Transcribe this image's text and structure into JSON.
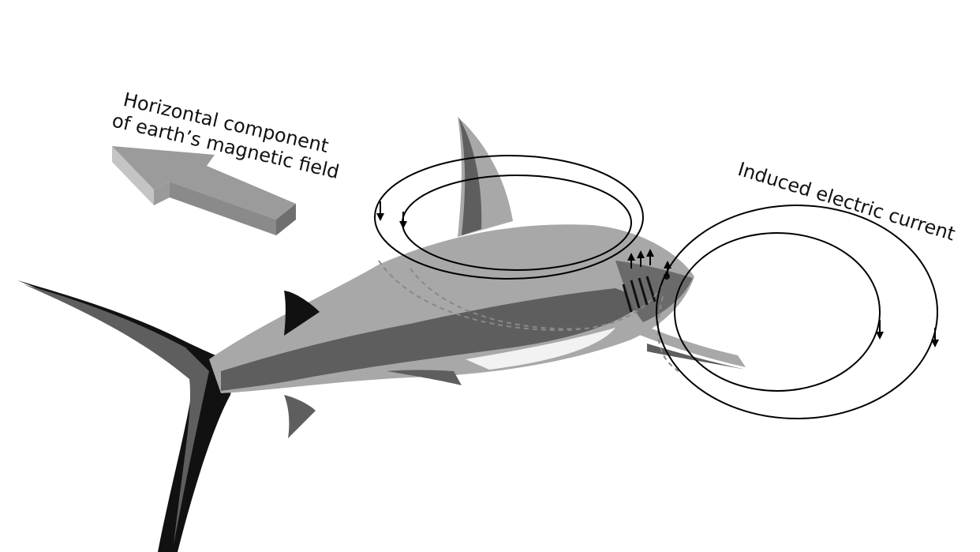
{
  "labels": {
    "field_line1": "Horizontal component",
    "field_line2": "of earth’s magnetic field",
    "current": "Induced electric current"
  },
  "colors": {
    "shark_light": "#a8a8a8",
    "shark_mid": "#5e5e5e",
    "shark_dark": "#111111",
    "arrow_top": "#8f8f8f",
    "arrow_side": "#bdbdbd",
    "arrow_front": "#9c9c9c",
    "loop": "#000000"
  },
  "icons": {
    "field_arrow": "3d-block-arrow-icon",
    "current_loop": "current-loop-icon",
    "shark": "shark-illustration"
  }
}
